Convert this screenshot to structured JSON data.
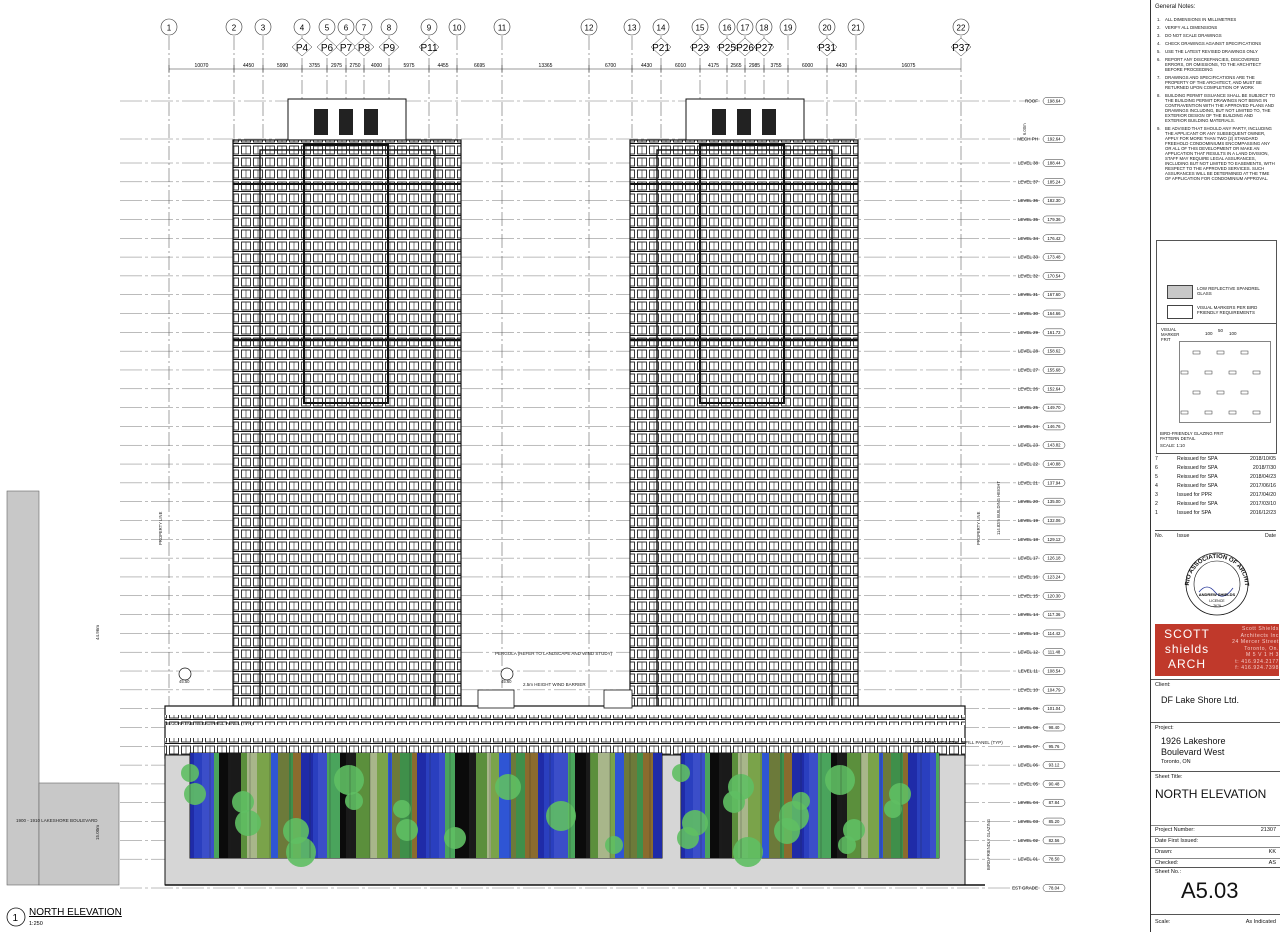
{
  "gridlines": [
    "1",
    "2",
    "3",
    "4",
    "5",
    "6",
    "7",
    "8",
    "9",
    "10",
    "11",
    "12",
    "13",
    "14",
    "15",
    "16",
    "17",
    "18",
    "19",
    "20",
    "21",
    "22"
  ],
  "piers": [
    "P4",
    "P6",
    "P7",
    "P8",
    "P9",
    "P11",
    "P21",
    "P23",
    "P25",
    "P26",
    "P27",
    "P31",
    "P37"
  ],
  "dimensions": [
    "10070",
    "4450",
    "5990",
    "3755",
    "2975",
    "2750",
    "4000",
    "5975",
    "4455",
    "6695",
    "13365",
    "6700",
    "4430",
    "6010",
    "4175",
    "2565",
    "2985",
    "3755",
    "6000",
    "4430",
    "16075"
  ],
  "levels": [
    {
      "name": "ROOF",
      "elev": "198.64"
    },
    {
      "name": "MECH PH",
      "elev": "192.64"
    },
    {
      "name": "LEVEL 38",
      "elev": "188.44"
    },
    {
      "name": "LEVEL 37",
      "elev": "185.24"
    },
    {
      "name": "LEVEL 36",
      "elev": "182.30"
    },
    {
      "name": "LEVEL 35",
      "elev": "179.36"
    },
    {
      "name": "LEVEL 34",
      "elev": "176.42"
    },
    {
      "name": "LEVEL 33",
      "elev": "173.48"
    },
    {
      "name": "LEVEL 32",
      "elev": "170.54"
    },
    {
      "name": "LEVEL 31",
      "elev": "167.60"
    },
    {
      "name": "LEVEL 30",
      "elev": "164.66"
    },
    {
      "name": "LEVEL 29",
      "elev": "161.72"
    },
    {
      "name": "LEVEL 28",
      "elev": "158.62"
    },
    {
      "name": "LEVEL 27",
      "elev": "155.68"
    },
    {
      "name": "LEVEL 26",
      "elev": "152.64"
    },
    {
      "name": "LEVEL 25",
      "elev": "149.70"
    },
    {
      "name": "LEVEL 24",
      "elev": "146.76"
    },
    {
      "name": "LEVEL 23",
      "elev": "143.82"
    },
    {
      "name": "LEVEL 22",
      "elev": "140.88"
    },
    {
      "name": "LEVEL 21",
      "elev": "137.94"
    },
    {
      "name": "LEVEL 20",
      "elev": "135.00"
    },
    {
      "name": "LEVEL 19",
      "elev": "132.06"
    },
    {
      "name": "LEVEL 18",
      "elev": "129.12"
    },
    {
      "name": "LEVEL 17",
      "elev": "126.18"
    },
    {
      "name": "LEVEL 16",
      "elev": "123.24"
    },
    {
      "name": "LEVEL 15",
      "elev": "120.30"
    },
    {
      "name": "LEVEL 14",
      "elev": "117.36"
    },
    {
      "name": "LEVEL 13",
      "elev": "114.42"
    },
    {
      "name": "LEVEL 12",
      "elev": "111.48"
    },
    {
      "name": "LEVEL 11",
      "elev": "108.54"
    },
    {
      "name": "LEVEL 10",
      "elev": "104.79"
    },
    {
      "name": "LEVEL 09",
      "elev": "101.04"
    },
    {
      "name": "LEVEL 08",
      "elev": "98.40"
    },
    {
      "name": "LEVEL 07",
      "elev": "95.76"
    },
    {
      "name": "LEVEL 06",
      "elev": "93.12"
    },
    {
      "name": "LEVEL 05",
      "elev": "90.48"
    },
    {
      "name": "LEVEL 04",
      "elev": "87.84"
    },
    {
      "name": "LEVEL 03",
      "elev": "85.20"
    },
    {
      "name": "LEVEL 02",
      "elev": "82.56"
    },
    {
      "name": "LEVEL 01",
      "elev": "78.50"
    },
    {
      "name": "EST GRADE",
      "elev": "78.04"
    }
  ],
  "annotations": {
    "pergola": "PERGOLA (REFER TO LANDSCAPE AND WIND STUDY)",
    "wind_barrier": "2.5m HEIGHT WIND BARRIER",
    "infill_left": "DECORATIVE METAL INFILL PANEL (TYP)",
    "infill_right": "DECORATIVE METAL INFILL PANEL (TYP)",
    "neighbour": "1900 - 1910 LAKESHORE BOULEVARD",
    "property_line": "PROPERTY LINE",
    "height_left": "44.96m",
    "height_right": "114.82m BUILDING HEIGHT",
    "mech_height": "6.00m",
    "podium_height": "15.00m",
    "bird_glazing": "BIRD FRIENDLY GLAZING",
    "marker_a": "45.50",
    "marker_b": "45.60"
  },
  "view": {
    "number": "1",
    "title": "NORTH ELEVATION",
    "scale": "1:250"
  },
  "notes": {
    "title": "General Notes:",
    "items": [
      "ALL DIMENSIONS IN MILLIMETRES",
      "VERIFY ALL DIMENSIONS",
      "DO NOT SCALE DRAWINGS",
      "CHECK DRAWINGS AGAINST SPECIFICATIONS",
      "USE THE LATEST REVISED DRAWINGS ONLY",
      "REPORT ANY DISCREPANCIES, DISCOVERED ERRORS, OR OMISSIONS, TO THE ARCHITECT BEFORE PROCEEDING",
      "DRAWINGS AND SPECIFICATIONS ARE THE PROPERTY OF THE ARCHITECT, AND MUST BE RETURNED UPON COMPLETION OF WORK",
      "BUILDING PERMIT ISSUANCE SHALL BE SUBJECT TO THE BUILDING PERMIT DRAWINGS NOT BEING IN CONTRAVENTION WITH THE APPROVED PLANS AND DRAWINGS INCLUDING, BUT NOT LIMITED TO, THE EXTERIOR DESIGN OF THE BUILDING AND EXTERIOR BUILDING MATERIALS.",
      "BE ADVISED THAT SHOULD ANY PARTY, INCLUDING THE APPLICANT OR ANY SUBSEQUENT OWNER, APPLY FOR MORE THAN TWO (2) STANDARD FREEHOLD CONDOMINIUMS ENCOMPASSING ANY OR ALL OF THIS DEVELOPMENT OR MAKE AN APPLICATION THAT RESULTS IN A LAND DIVISION, STAFF MAY REQUIRE LEGAL ASSURANCES, INCLUDING BUT NOT LIMITED TO EASEMENTS, WITH RESPECT TO THE APPROVED SERVICES. SUCH ASSURANCES WILL BE DETERMINED AT THE TIME OF APPLICATION FOR CONDOMINIUM APPROVAL."
    ]
  },
  "legend": {
    "spandrel": "LOW REFLECTIVE SPANDREL GLASS",
    "markers": "VISUAL MARKERS PER BIRD FRIENDLY REQUIREMENTS",
    "frit_label": "VISUAL MARKER FRIT",
    "dim_100a": "100",
    "dim_50": "50",
    "dim_100b": "100",
    "detail_title": "BIRD-FRIENDLY GLAZING FRIT PATTERN DETAIL",
    "detail_scale": "SCALE: 1:10"
  },
  "revisions": {
    "headers": {
      "no": "No.",
      "issue": "Issue",
      "date": "Date"
    },
    "rows": [
      {
        "no": "7",
        "issue": "Reissued for SPA",
        "date": "2018/10/05"
      },
      {
        "no": "6",
        "issue": "Reissued for SPA",
        "date": "2018/7/30"
      },
      {
        "no": "5",
        "issue": "Reissued for SPA",
        "date": "2018/04/23"
      },
      {
        "no": "4",
        "issue": "Reissued for SPA",
        "date": "2017/06/16"
      },
      {
        "no": "3",
        "issue": "Issued for PPR",
        "date": "2017/04/20"
      },
      {
        "no": "2",
        "issue": "Reissued for SPA",
        "date": "2017/03/10"
      },
      {
        "no": "1",
        "issue": "Issued for SPA",
        "date": "2016/12/23"
      }
    ]
  },
  "seal": {
    "org": "ONTARIO ASSOCIATION OF ARCHITECTS",
    "name": "ANDREW SHIELDS",
    "licence_label": "LICENCE",
    "licence": "7679"
  },
  "firm": {
    "logo_lines": [
      "SCOTT",
      "shields",
      "ARCH"
    ],
    "address_lines": [
      "Scott Shields",
      "Architects Inc",
      "24 Mercer Street",
      "Toronto, On.",
      "M 5 V  1 H 3",
      "t: 416.924.2177",
      "f: 416.924.7398"
    ],
    "brand_color": "#c0392b"
  },
  "client": {
    "label": "Client:",
    "value": "DF Lake Shore Ltd."
  },
  "project": {
    "label": "Project:",
    "line1": "1926 Lakeshore",
    "line2": "Boulevard West",
    "city": "Toronto, ON"
  },
  "sheet_title": {
    "label": "Sheet Title:",
    "value": "NORTH ELEVATION"
  },
  "meta": [
    {
      "label": "Project Number:",
      "value": "21307"
    },
    {
      "label": "Date First Issued:",
      "value": ""
    },
    {
      "label": "Drawn:",
      "value": "KK"
    },
    {
      "label": "Checked:",
      "value": "AS"
    }
  ],
  "sheet_no": {
    "label": "Sheet No.:",
    "value": "A5.03"
  },
  "scale": {
    "label": "Scale:",
    "value": "As Indicated"
  }
}
